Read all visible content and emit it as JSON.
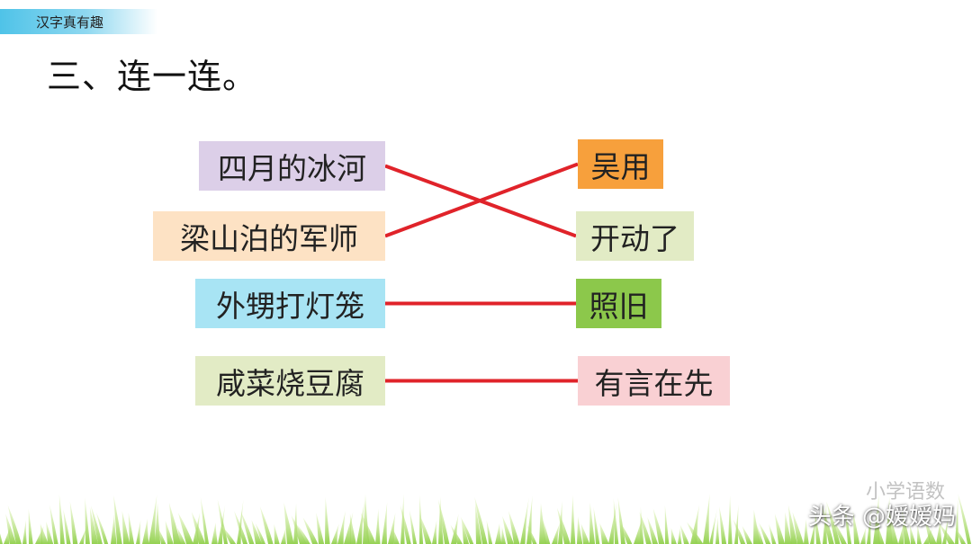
{
  "header": {
    "tab_label": "汉字真有趣"
  },
  "title": "三、连一连。",
  "left_items": [
    {
      "label": "四月的冰河",
      "color": "#dccfe8"
    },
    {
      "label": "梁山泊的军师",
      "color": "#fde2c4"
    },
    {
      "label": "外甥打灯笼",
      "color": "#a8e4f4"
    },
    {
      "label": "咸菜烧豆腐",
      "color": "#e2ebc5"
    }
  ],
  "right_items": [
    {
      "label": "吴用",
      "color": "#f7a03c"
    },
    {
      "label": "开动了",
      "color": "#e2ebc5"
    },
    {
      "label": "照旧",
      "color": "#8cc84b"
    },
    {
      "label": "有言在先",
      "color": "#f9d0d3"
    }
  ],
  "connections": [
    {
      "from": 0,
      "to": 1
    },
    {
      "from": 1,
      "to": 0
    },
    {
      "from": 2,
      "to": 2
    },
    {
      "from": 3,
      "to": 3
    }
  ],
  "line_color": "#e0232a",
  "watermark": {
    "text": "头条 @嫒嫒妈",
    "faint_text": "小学语数"
  }
}
